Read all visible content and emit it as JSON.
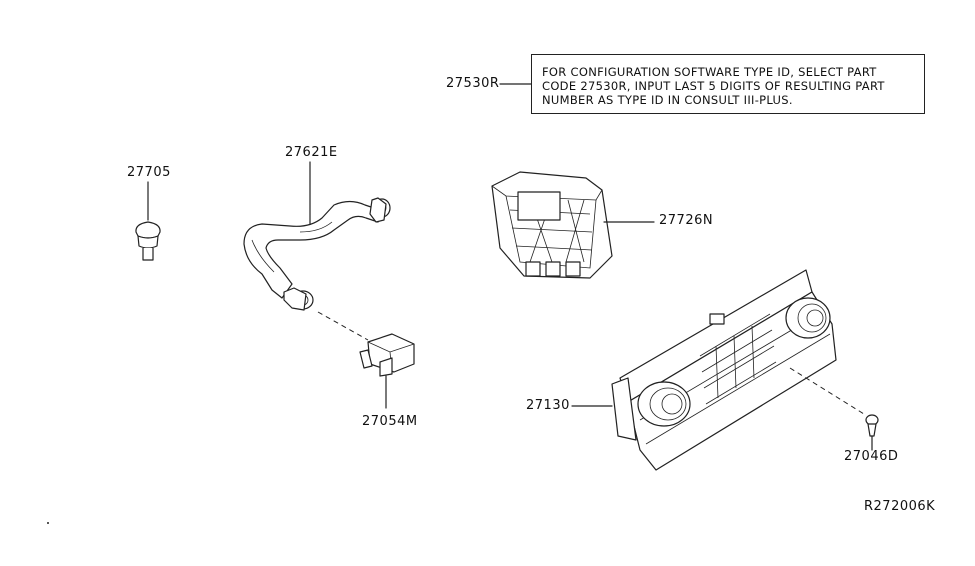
{
  "diagram": {
    "reference_code": "R272006K",
    "note": {
      "lines": [
        "FOR CONFIGURATION SOFTWARE TYPE ID, SELECT PART",
        "CODE 27530R, INPUT LAST 5 DIGITS OF RESULTING PART",
        "NUMBER AS TYPE ID IN CONSULT III-PLUS."
      ]
    },
    "parts": [
      {
        "part_no": "27530R",
        "label_anchor": "note"
      },
      {
        "part_no": "27705"
      },
      {
        "part_no": "27621E"
      },
      {
        "part_no": "27726N"
      },
      {
        "part_no": "27054M"
      },
      {
        "part_no": "27130"
      },
      {
        "part_no": "27046D"
      }
    ]
  }
}
